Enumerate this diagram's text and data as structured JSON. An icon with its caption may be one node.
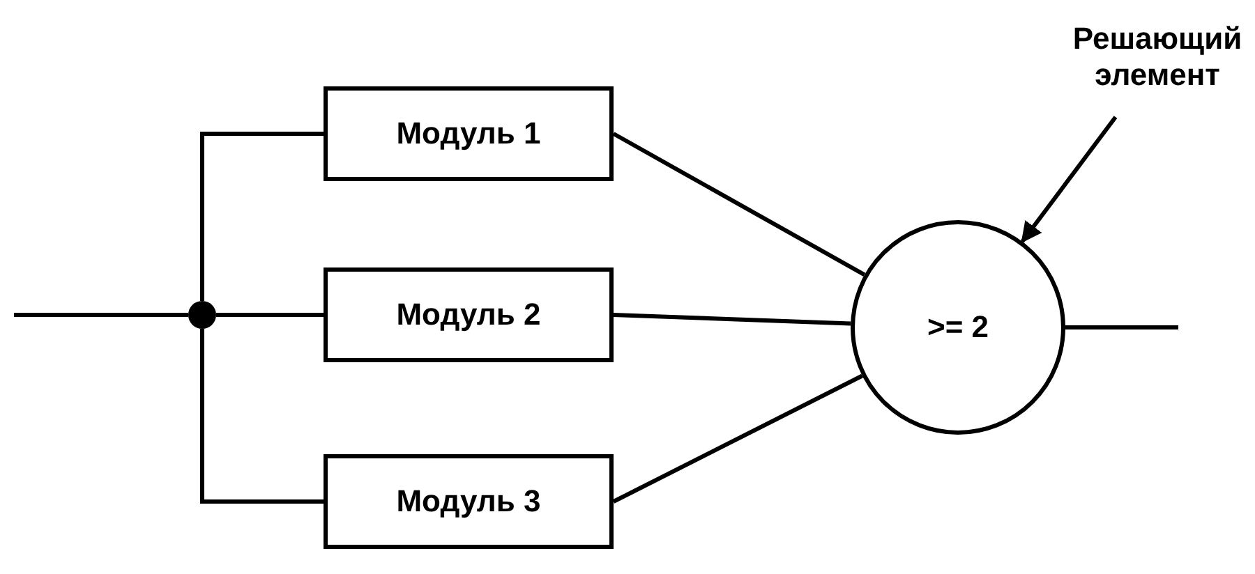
{
  "diagram": {
    "nodes": [
      {
        "text": [
          "Модуль 1"
        ]
      },
      {
        "text": [
          "Модуль 2"
        ]
      },
      {
        "text": [
          "Модуль 3"
        ]
      },
      {
        "text": [],
        "shape": "circle"
      },
      {
        "text": [
          ">= 2"
        ]
      },
      {
        "text": [
          "Решающий элемент"
        ]
      }
    ],
    "edges": [
      {
        "from": null,
        "to": 3,
        "arrow": "none"
      },
      {
        "from": 3,
        "to": 0,
        "arrow": "none"
      },
      {
        "from": 3,
        "to": 1,
        "arrow": "none"
      },
      {
        "from": 3,
        "to": 2,
        "arrow": "none"
      },
      {
        "from": 0,
        "to": 4,
        "arrow": "none"
      },
      {
        "from": 1,
        "to": 4,
        "arrow": "none"
      },
      {
        "from": 2,
        "to": 4,
        "arrow": "none"
      },
      {
        "from": 4,
        "to": null,
        "arrow": "none"
      },
      {
        "from": 5,
        "to": 4,
        "arrow": "to"
      }
    ]
  }
}
